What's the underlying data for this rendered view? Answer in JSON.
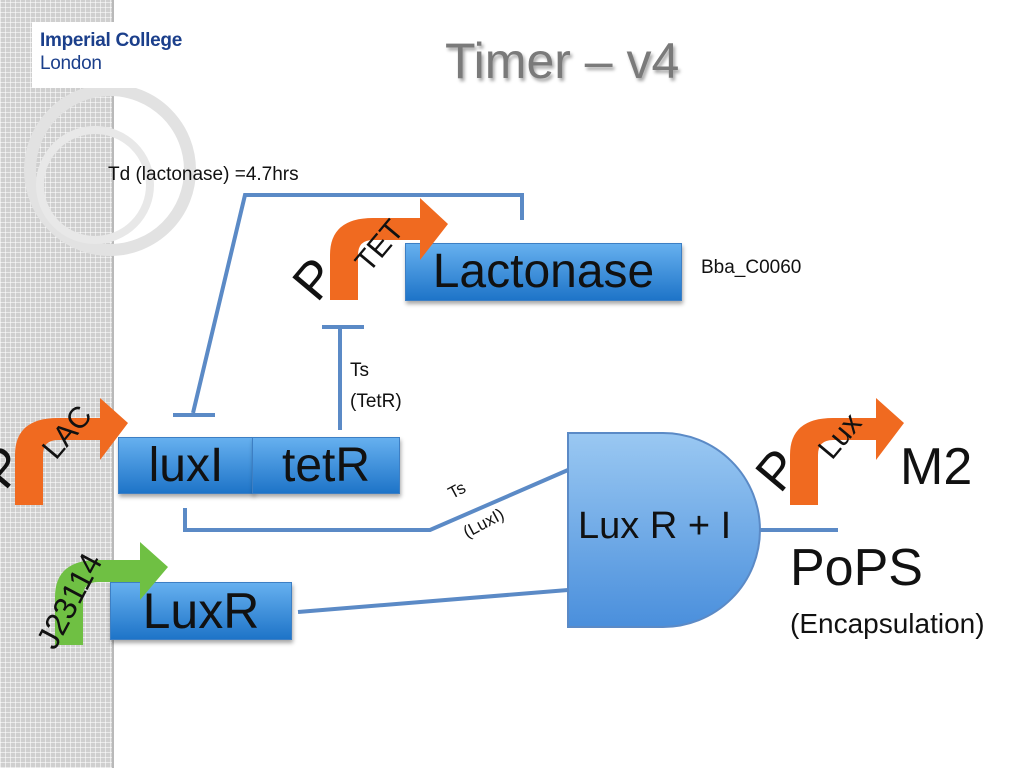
{
  "slide": {
    "title": "Timer – v4",
    "logo": {
      "line1": "Imperial College",
      "line2": "London"
    }
  },
  "parts": {
    "lactonase": "Lactonase",
    "luxi": "luxI",
    "tetr": "tetR",
    "luxr": "LuxR",
    "gate": "Lux R + I",
    "m2": "M2"
  },
  "promoters": {
    "tet": {
      "letter": "P",
      "sub": "TET"
    },
    "lac": {
      "letter": "P",
      "sub": "LAC"
    },
    "lux": {
      "letter": "P",
      "sub": "Lux"
    },
    "j23114": "J23114"
  },
  "annotations": {
    "td_lactonase": "Td (lactonase) =4.7hrs",
    "biobrick_id": "Bba_C0060",
    "ts_tetr_line1": "Ts",
    "ts_tetr_line2": "(TetR)",
    "ts_luxi_line1": "Ts",
    "ts_luxi_line2": "(LuxI)",
    "pops": "PoPS",
    "encapsulation": "(Encapsulation)"
  },
  "colors": {
    "box_top": "#66b0ef",
    "box_bottom": "#1e74c8",
    "line": "#5b8ac6",
    "promoter_orange": "#f06a20",
    "promoter_green": "#6fc043",
    "title": "#7a7a7a"
  }
}
